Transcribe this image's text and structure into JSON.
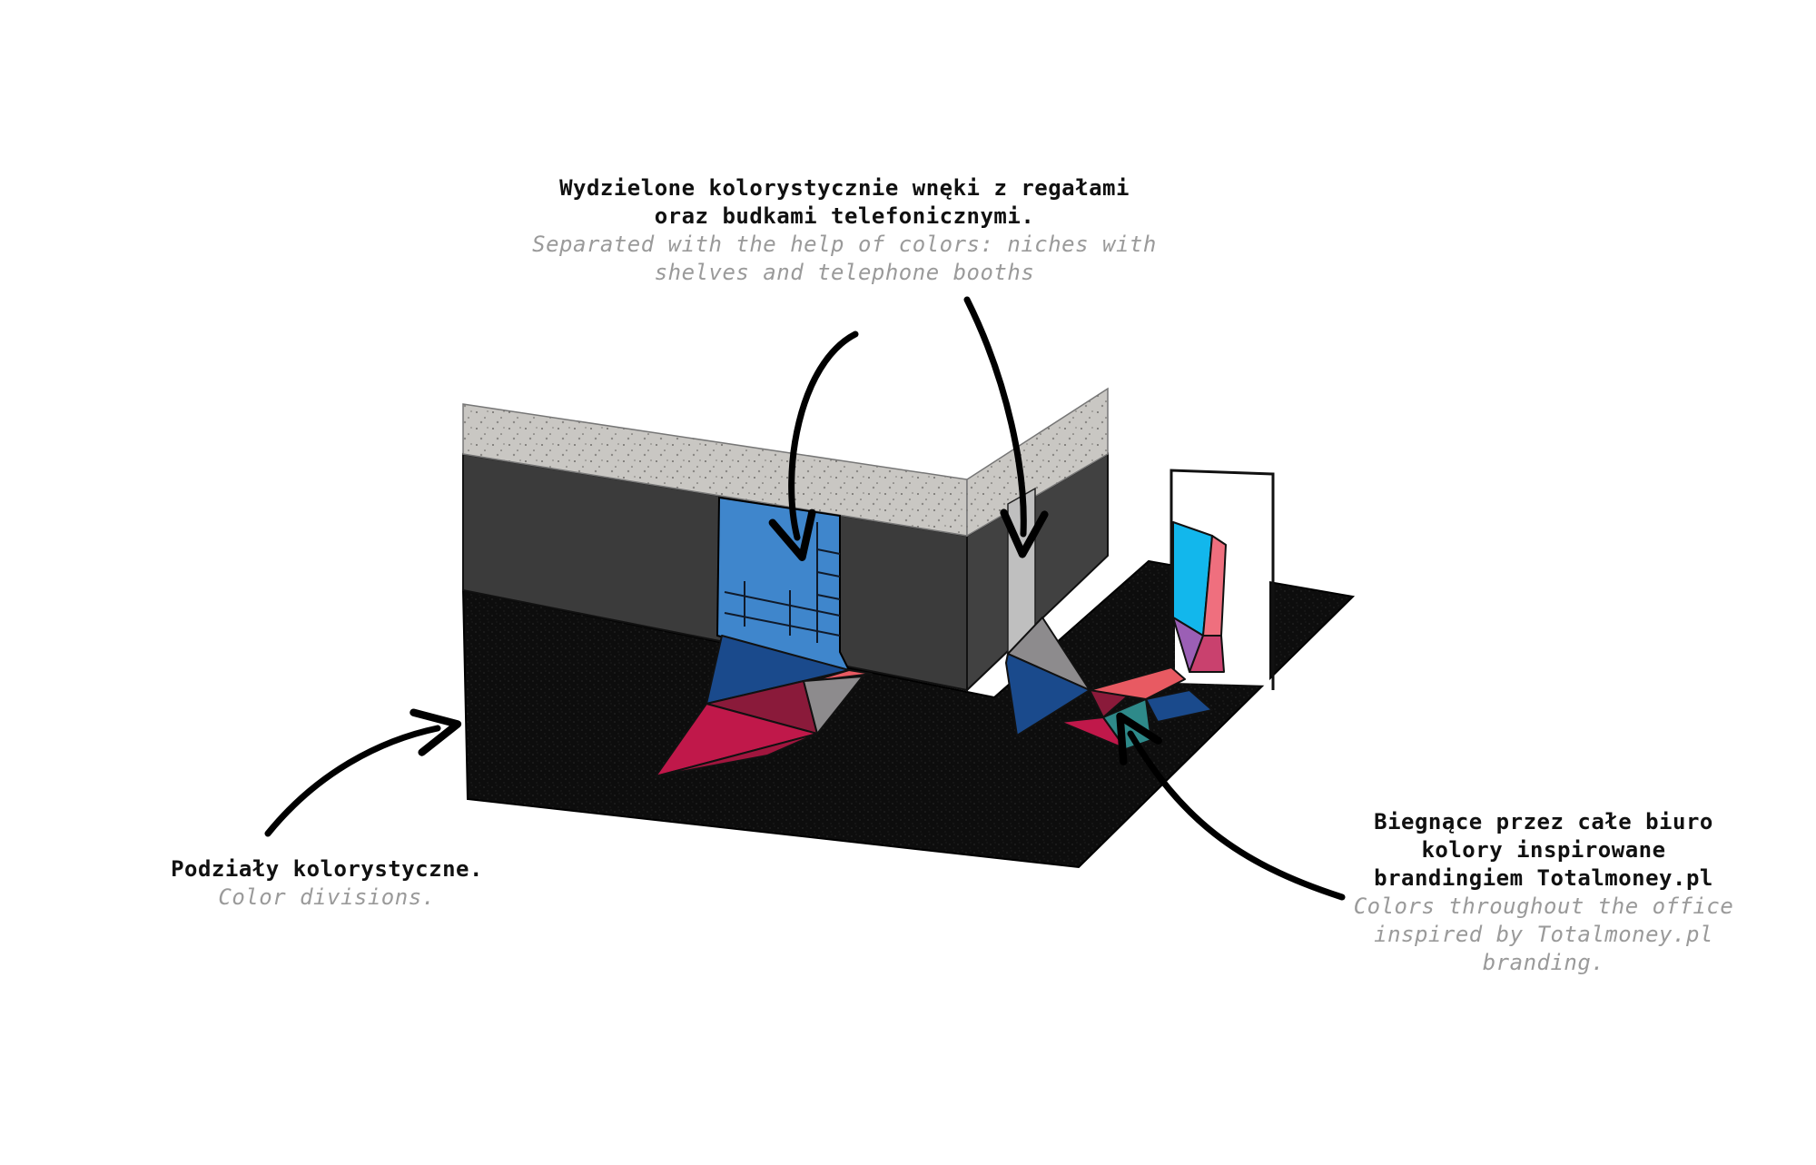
{
  "annotations": {
    "niches": {
      "pl_line1": "Wydzielone kolorystycznie wnęki z regałami",
      "pl_line2": "oraz budkami telefonicznymi.",
      "en_line1": "Separated with the help of colors: niches with",
      "en_line2": "shelves and telephone booths"
    },
    "divisions": {
      "pl_line1": "Podziały kolorystyczne.",
      "en_line1": "Color divisions."
    },
    "branding": {
      "pl_line1": "Biegnące przez całe biuro",
      "pl_line2": "kolory inspirowane",
      "pl_line3": "brandingiem Totalmoney.pl",
      "en_line1": "Colors throughout the office",
      "en_line2": "inspired by Totalmoney.pl",
      "en_line3": "branding."
    }
  },
  "colors": {
    "background": "#ffffff",
    "floor": "#0d0d0d",
    "wall": "#3b3b3b",
    "concrete": "#c9c7c3",
    "blue": "#3f86cc",
    "navy": "#1a4a8c",
    "crimson": "#c0184a",
    "wine": "#8a1a3a",
    "grey": "#8d8b8d",
    "coral": "#e85a62",
    "teal": "#2e8a8a",
    "cyan": "#12b7ec",
    "purple": "#9b5fb5",
    "pink": "#ef6f7e",
    "light_grey": "#bfbfbf",
    "annotation_text": "#111111",
    "annotation_subtext": "#9a9a9a",
    "arrow": "#000000"
  }
}
